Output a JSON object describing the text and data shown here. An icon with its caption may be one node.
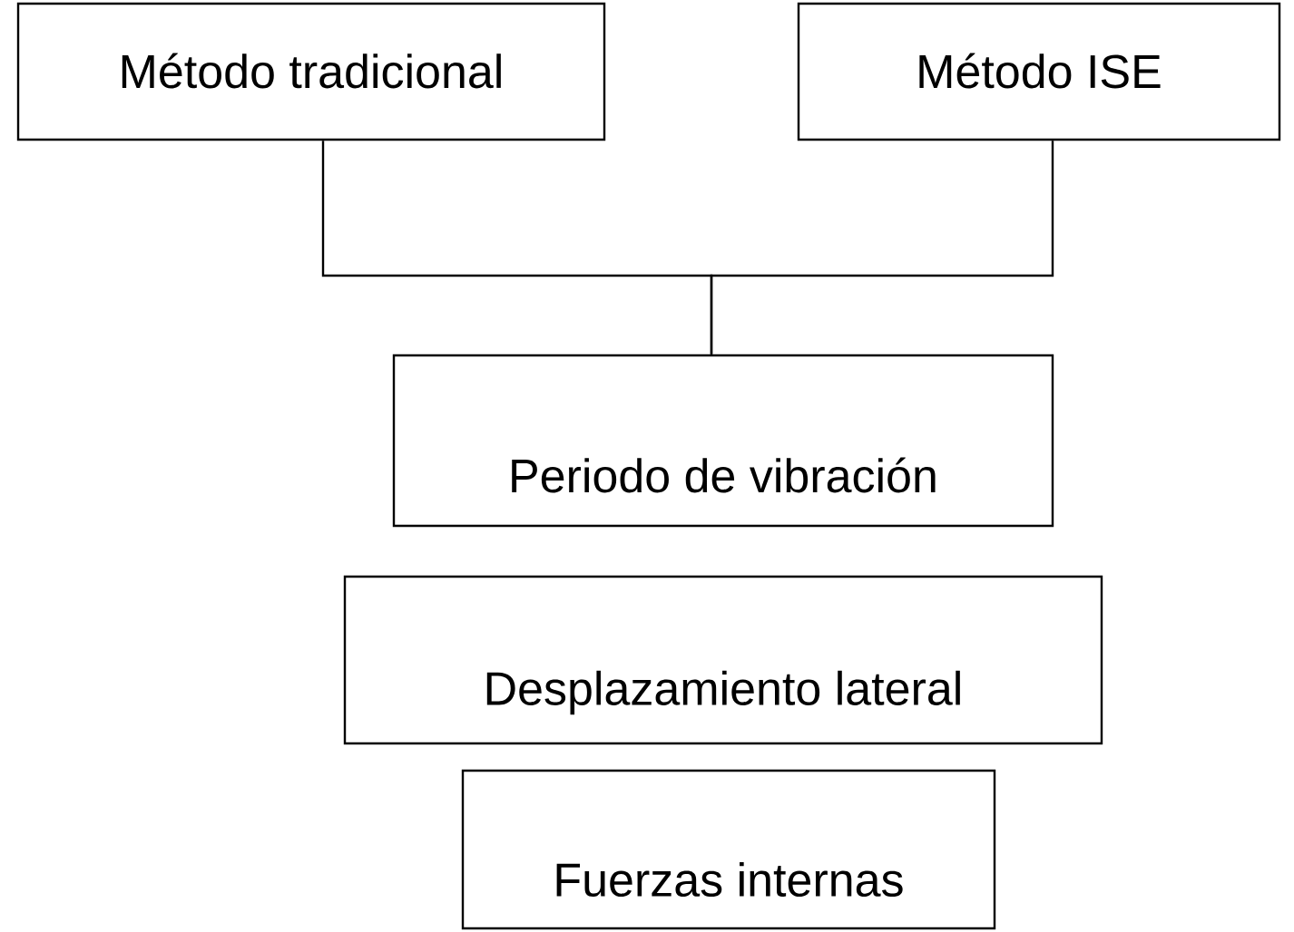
{
  "diagram": {
    "nodes": [
      {
        "text": [
          "Método tradicional"
        ]
      },
      {
        "text": [
          "Método ISE"
        ]
      },
      {
        "text": [
          "Periodo de vibración"
        ]
      },
      {
        "text": [
          "Desplazamiento lateral"
        ]
      },
      {
        "text": [
          "Fuerzas internas"
        ]
      }
    ],
    "edges": [
      {
        "from": 0,
        "to": 2,
        "arrow": "none"
      },
      {
        "from": 1,
        "to": 2,
        "arrow": "none"
      }
    ]
  }
}
